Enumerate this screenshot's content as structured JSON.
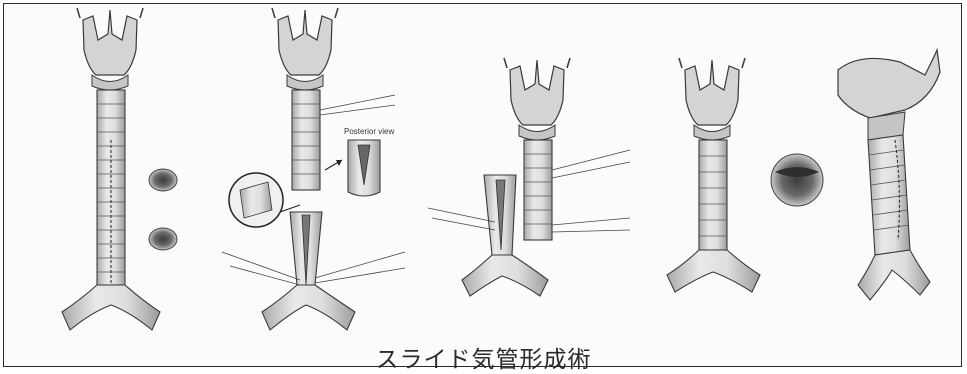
{
  "caption": "スライド気管形成術",
  "inset_label": "Posterior view",
  "panels": [
    {
      "name": "panel-1-planned-incisions"
    },
    {
      "name": "panel-2-posterior-view"
    },
    {
      "name": "panel-3-sliding-ends"
    },
    {
      "name": "panel-4-completed-anastomosis"
    },
    {
      "name": "panel-5-lateral-view"
    }
  ],
  "colors": {
    "stroke": "#3a3a3a",
    "fill": "#d9d9d9",
    "shade": "#b8b8b8",
    "dark": "#5a5a5a"
  }
}
